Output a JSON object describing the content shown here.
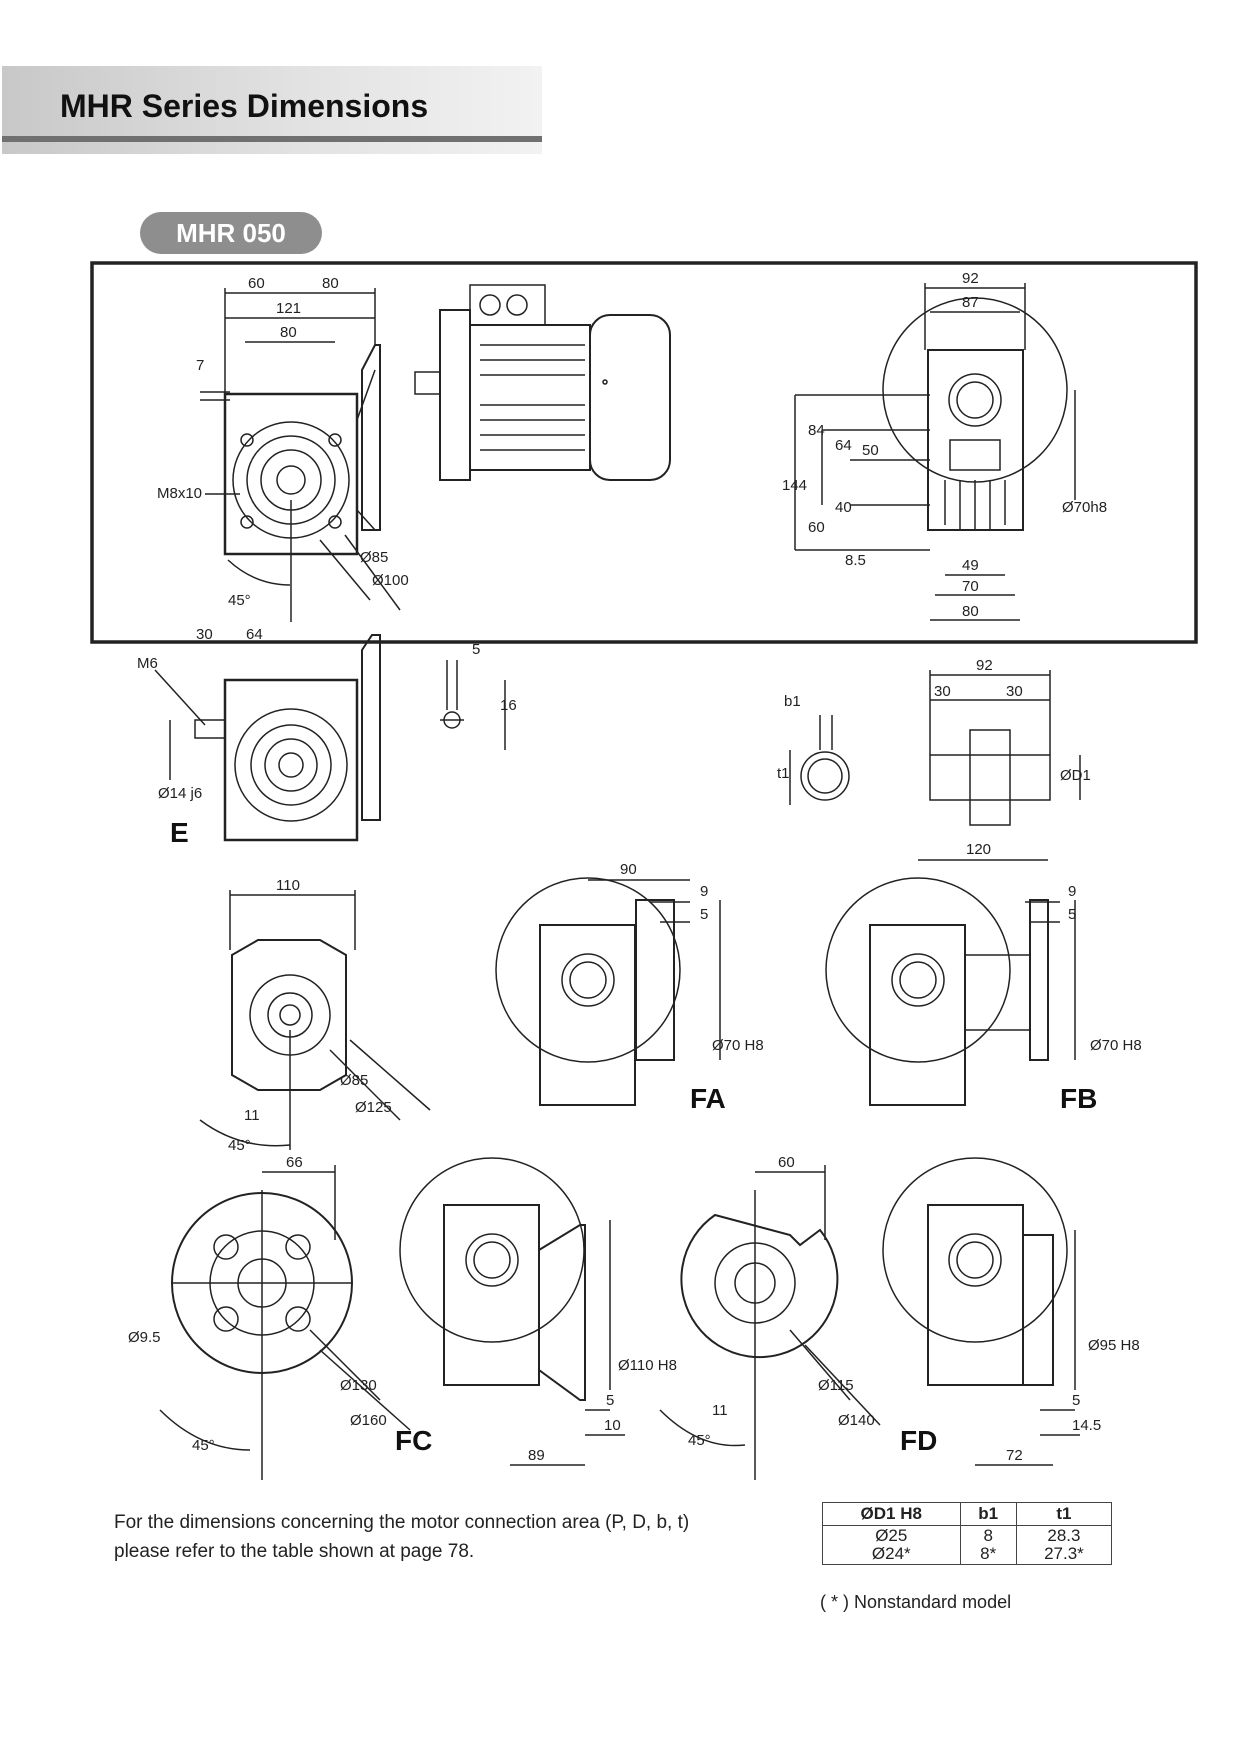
{
  "header": {
    "title": "MHR Series Dimensions"
  },
  "model": {
    "label": "MHR 050"
  },
  "dims": {
    "d60": "60",
    "d80a": "80",
    "d121": "121",
    "d80b": "80",
    "d7": "7",
    "m8x10": "M8x10",
    "dia85": "Ø85",
    "dia100": "Ø100",
    "deg45a": "45°",
    "d92a": "92",
    "d87": "87",
    "d144": "144",
    "d84": "84",
    "d64": "64",
    "d50": "50",
    "d40": "40",
    "d60b": "60",
    "d8_5": "8.5",
    "dia70h8a": "Ø70h8",
    "d49": "49",
    "d70": "70",
    "d80c": "80",
    "d30a": "30",
    "d64b": "64",
    "m6": "M6",
    "dia14j6": "Ø14 j6",
    "d5a": "5",
    "d16": "16",
    "b1": "b1",
    "t1": "t1",
    "d92b": "92",
    "d30b": "30",
    "d30c": "30",
    "diaD1": "ØD1",
    "d110": "110",
    "dia85b": "Ø85",
    "dia125": "Ø125",
    "d11a": "11",
    "deg45b": "45°",
    "d90": "90",
    "d9a": "9",
    "d5b": "5",
    "dia70H8b": "Ø70 H8",
    "d120": "120",
    "d9b": "9",
    "d5c": "5",
    "dia70H8c": "Ø70 H8",
    "d66": "66",
    "dia9_5": "Ø9.5",
    "dia130": "Ø130",
    "dia160": "Ø160",
    "deg45c": "45°",
    "dia110H8": "Ø110 H8",
    "d5d": "5",
    "d10": "10",
    "d89": "89",
    "d60c": "60",
    "dia115": "Ø115",
    "dia140": "Ø140",
    "d11b": "11",
    "deg45d": "45°",
    "dia95H8": "Ø95 H8",
    "d5e": "5",
    "d14_5": "14.5",
    "d72": "72"
  },
  "variants": {
    "e": "E",
    "fa": "FA",
    "fb": "FB",
    "fc": "FC",
    "fd": "FD"
  },
  "note": {
    "line1": "For the dimensions concerning the motor connection area (P, D, b, t)",
    "line2": "please refer to the table shown at page 78."
  },
  "table": {
    "headers": [
      "ØD1 H8",
      "b1",
      "t1"
    ],
    "rows": [
      [
        "Ø25",
        "8",
        "28.3"
      ],
      [
        "Ø24*",
        "8*",
        "27.3*"
      ]
    ]
  },
  "footnote": "( * ) Nonstandard model",
  "colors": {
    "header_band": "#d4d4d4",
    "header_rule": "#707070",
    "pill": "#8e8e8e",
    "line": "#222222"
  }
}
